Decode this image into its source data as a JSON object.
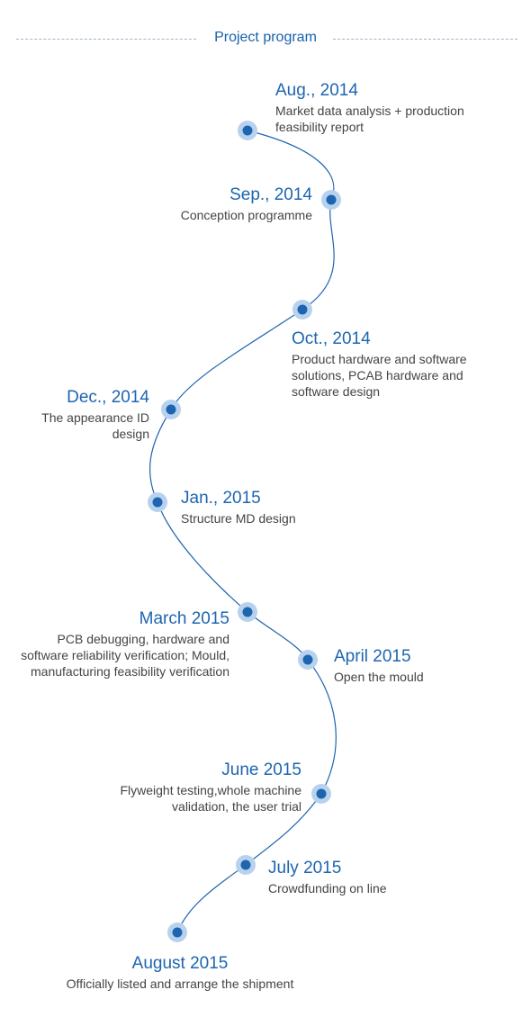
{
  "title": "Project program",
  "accent": "#1d65b0",
  "dot_outer": "#b8d2ee",
  "milestones": [
    {
      "date": "Aug., 2014",
      "desc": "Market data analysis + production feasibility report"
    },
    {
      "date": "Sep., 2014",
      "desc": "Conception programme"
    },
    {
      "date": "Oct., 2014",
      "desc": "Product hardware and software solutions, PCAB hardware and software design"
    },
    {
      "date": "Dec., 2014",
      "desc": "The appearance ID design"
    },
    {
      "date": "Jan., 2015",
      "desc": "Structure MD design"
    },
    {
      "date": "March 2015",
      "desc": "PCB debugging, hardware and software reliability verification; Mould, manufacturing feasibility verification"
    },
    {
      "date": "April 2015",
      "desc": "Open the mould"
    },
    {
      "date": "June 2015",
      "desc": "Flyweight testing,whole machine validation, the user trial"
    },
    {
      "date": "July 2015",
      "desc": "Crowdfunding on line"
    },
    {
      "date": "August 2015",
      "desc": "Officially listed and arrange the shipment"
    }
  ]
}
